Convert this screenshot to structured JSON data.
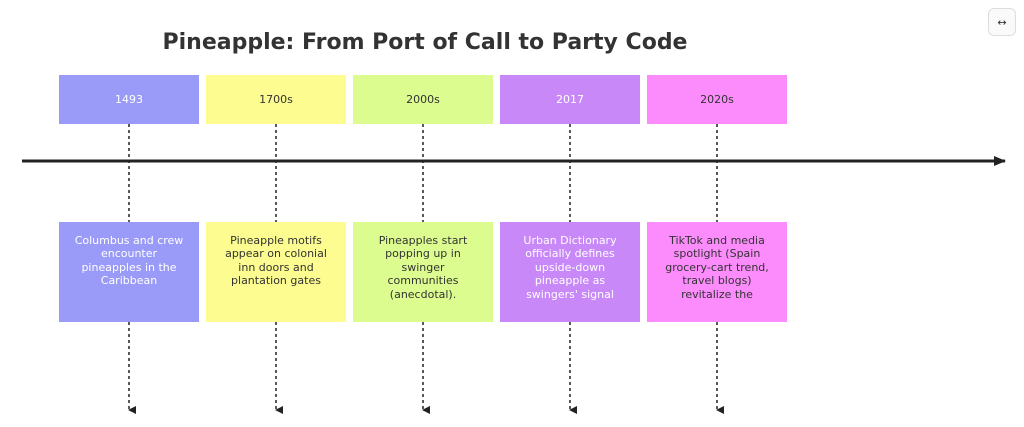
{
  "title": "Pineapple: From Port of Call to Party Code",
  "corner_icon": "collapse-icon",
  "periods": [
    {
      "label": "1493",
      "event": "Columbus and crew encounter pineapples in the Caribbean",
      "color": "#9a9af8",
      "text_color": "#ffffff"
    },
    {
      "label": "1700s",
      "event": "Pineapple motifs appear on colonial inn doors and plantation gates",
      "color": "#fcfc90",
      "text_color": "#333333"
    },
    {
      "label": "2000s",
      "event": "Pineapples start popping up in swinger communities (anecdotal).",
      "color": "#dcfc90",
      "text_color": "#333333"
    },
    {
      "label": "2017",
      "event": "Urban Dictionary officially defines upside-down pineapple as swingers' signal",
      "color": "#c888f8",
      "text_color": "#ffffff"
    },
    {
      "label": "2020s",
      "event": "TikTok and media spotlight (Spain grocery-cart trend, travel blogs) revitalize the",
      "color": "#fc8cfc",
      "text_color": "#333333"
    }
  ]
}
